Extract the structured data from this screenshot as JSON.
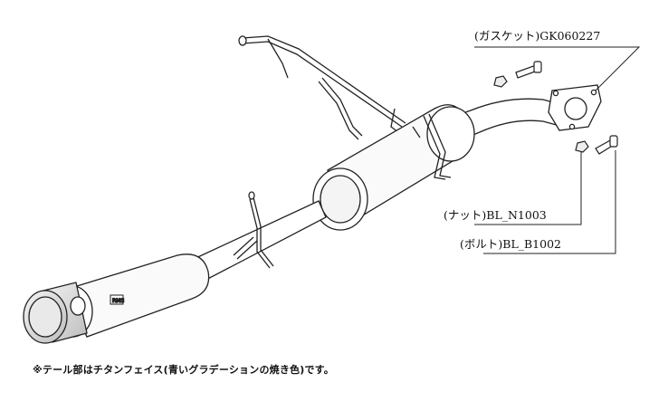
{
  "labels": {
    "gasket": "(ガスケット)GK060227",
    "nut": "(ナット)BL_N1003",
    "bolt": "(ボルト)BL_B1002"
  },
  "footnote": "※テール部はチタンフェイス(青いグラデーションの焼き色)です。"
}
